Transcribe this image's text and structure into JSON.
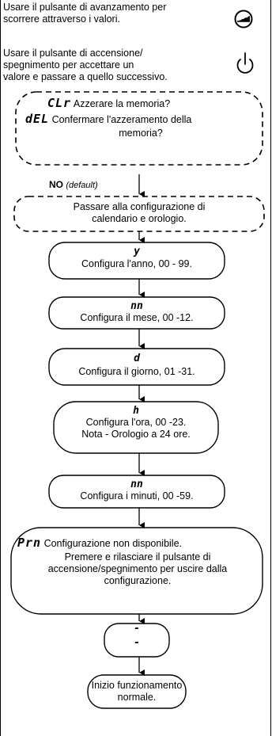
{
  "instructions": {
    "advance_text": "Usare il pulsante di avanzamento per\nscorrere attraverso i valori.",
    "power_text": "Usare il pulsante di accensione/\nspegnimento per accettare un\nvalore e passare  a quello successivo.",
    "advance_icon": "advance-button-icon",
    "power_icon": "power-icon"
  },
  "flow": {
    "clear": {
      "code1": "CLr",
      "text1": "Azzerare la memoria?",
      "code2": "dEL",
      "text2": "Confermare l'azzeramento della",
      "text3": "memoria?"
    },
    "branch_label": {
      "bold": "NO",
      "note": "(default)"
    },
    "config_calendar": "Passare alla configurazione di\ncalendario e orologio.",
    "year": {
      "code": "y",
      "text": "Configura l'anno, 00 - 99."
    },
    "month": {
      "code": "nn",
      "text": "Configura il mese, 00 -12."
    },
    "day": {
      "code": "d",
      "text": "Configura il giorno, 01 -31."
    },
    "hour": {
      "code": "h",
      "text": "Configura l'ora, 00 -23.\nNota - Orologio a 24 ore."
    },
    "minute": {
      "code": "nn",
      "text": "Configura i minuti, 00 -59."
    },
    "not_available": {
      "code": "Prn",
      "text1": "Configurazione non disponibile.",
      "text2": "Premere e rilasciare il pulsante di\naccensione/spegnimento per uscire dalla\nconfigurazione."
    },
    "dash": {
      "top": "-",
      "bottom": "-"
    },
    "start": "Inizio funzionamento\nnormale."
  }
}
